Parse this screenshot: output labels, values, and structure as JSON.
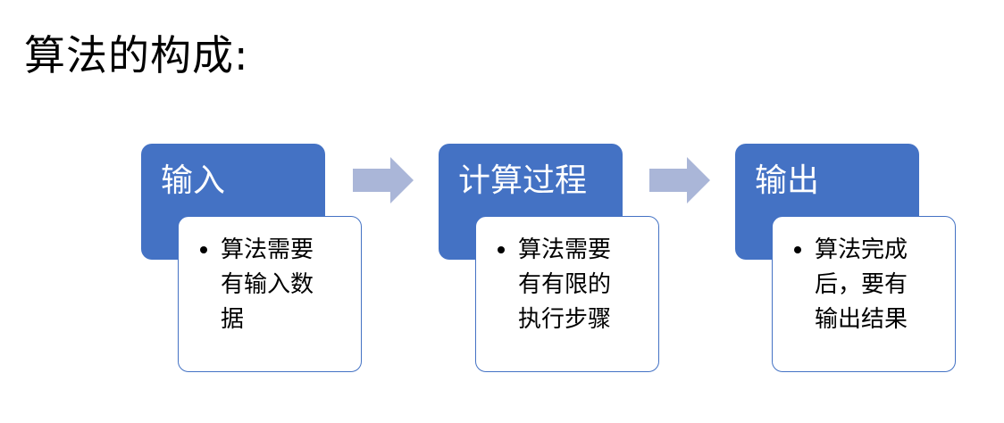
{
  "title": "算法的构成:",
  "steps": [
    {
      "label": "输入",
      "detail": "算法需要有输入数据"
    },
    {
      "label": "计算过程",
      "detail": "算法需要有有限的执行步骤"
    },
    {
      "label": "输出",
      "detail": "算法完成后，要有输出结果"
    }
  ],
  "colors": {
    "header_fill": "#4472c4",
    "detail_border": "#4472c4",
    "arrow_fill": "#aab6d8"
  }
}
